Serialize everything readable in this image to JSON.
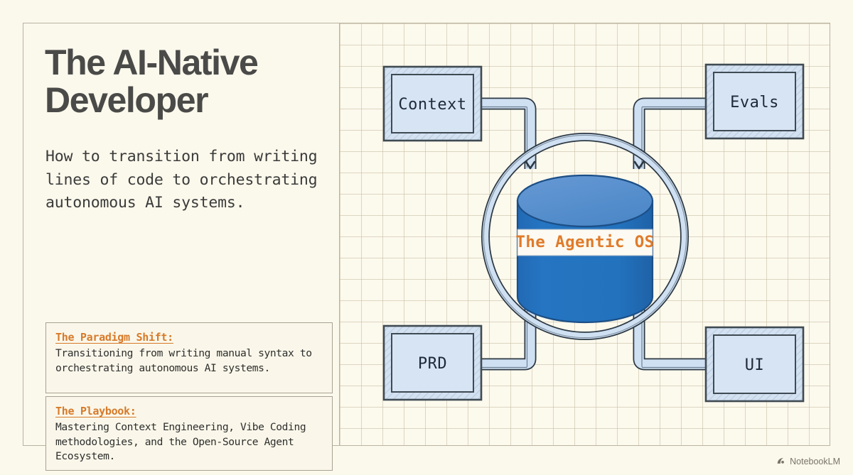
{
  "title": "The AI-Native Developer",
  "subtitle": "How to transition from writing lines of code to orchestrating autonomous AI systems.",
  "cards": [
    {
      "heading": "The Paradigm Shift:",
      "body": "Transitioning from writing manual syntax to orchestrating autonomous AI systems."
    },
    {
      "heading": "The Playbook:",
      "body": "Mastering Context Engineering, Vibe Coding methodologies, and the Open-Source Agent Ecosystem."
    }
  ],
  "diagram": {
    "center_label": "The Agentic OS",
    "nodes": [
      {
        "id": "context",
        "label": "Context",
        "position": "top-left"
      },
      {
        "id": "evals",
        "label": "Evals",
        "position": "top-right"
      },
      {
        "id": "prd",
        "label": "PRD",
        "position": "bottom-left"
      },
      {
        "id": "ui",
        "label": "UI",
        "position": "bottom-right"
      }
    ],
    "connectors": [
      {
        "from": "context",
        "to": "center",
        "direction": "down"
      },
      {
        "from": "evals",
        "to": "center",
        "direction": "down"
      },
      {
        "from": "prd",
        "to": "center",
        "direction": "up"
      },
      {
        "from": "ui",
        "to": "center",
        "direction": "up"
      }
    ],
    "colors": {
      "accent_orange": "#e07b2a",
      "node_fill": "#d6e4f4",
      "node_border": "#3f4a52",
      "pipe_fill": "#cfe0f2",
      "cylinder_body": "#2272bd",
      "cylinder_top": "#5a93cf",
      "ring_stroke": "#2d3944",
      "background": "#fcf9ed"
    }
  },
  "watermark": {
    "label": "NotebookLM",
    "icon": "notebooklm-logo-icon"
  }
}
